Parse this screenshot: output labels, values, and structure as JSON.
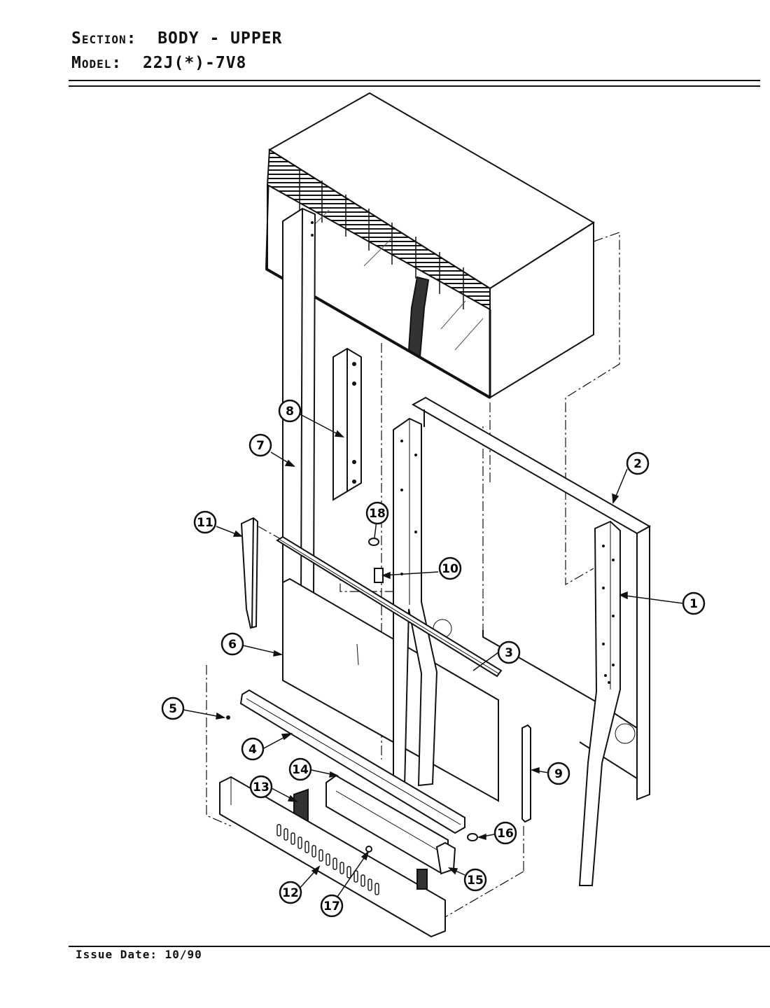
{
  "header": {
    "section_label": "Section:",
    "section_value": "BODY - UPPER",
    "model_label": "Model:",
    "model_value": "22J(*)-7V8"
  },
  "footer": {
    "issue_date": "Issue Date: 10/90"
  },
  "callouts": [
    "1",
    "2",
    "3",
    "4",
    "5",
    "6",
    "7",
    "8",
    "9",
    "10",
    "11",
    "12",
    "13",
    "14",
    "15",
    "16",
    "17",
    "18"
  ]
}
